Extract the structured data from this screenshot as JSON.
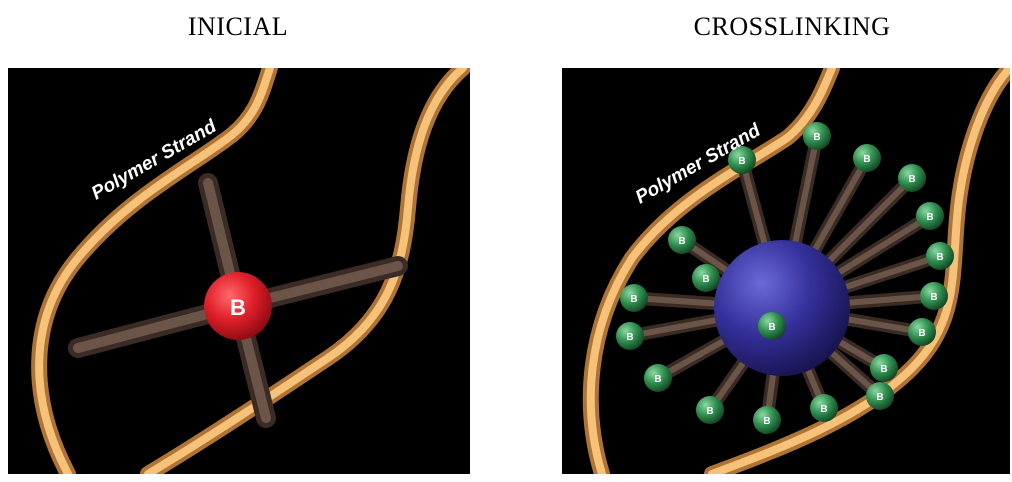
{
  "titles": {
    "left": "INICIAL",
    "right": "CROSSLINKING"
  },
  "left_panel": {
    "strand_label": "Polymer Strand",
    "center_label": "B"
  },
  "right_panel": {
    "strand_label": "Polymer Strand",
    "node_label": "B"
  },
  "colors": {
    "background": "#000000",
    "strand": "#f2b25c",
    "rod": "#5a463c",
    "left_center": "#e0202a",
    "right_center": "#34309a",
    "node": "#2f8f4e"
  }
}
